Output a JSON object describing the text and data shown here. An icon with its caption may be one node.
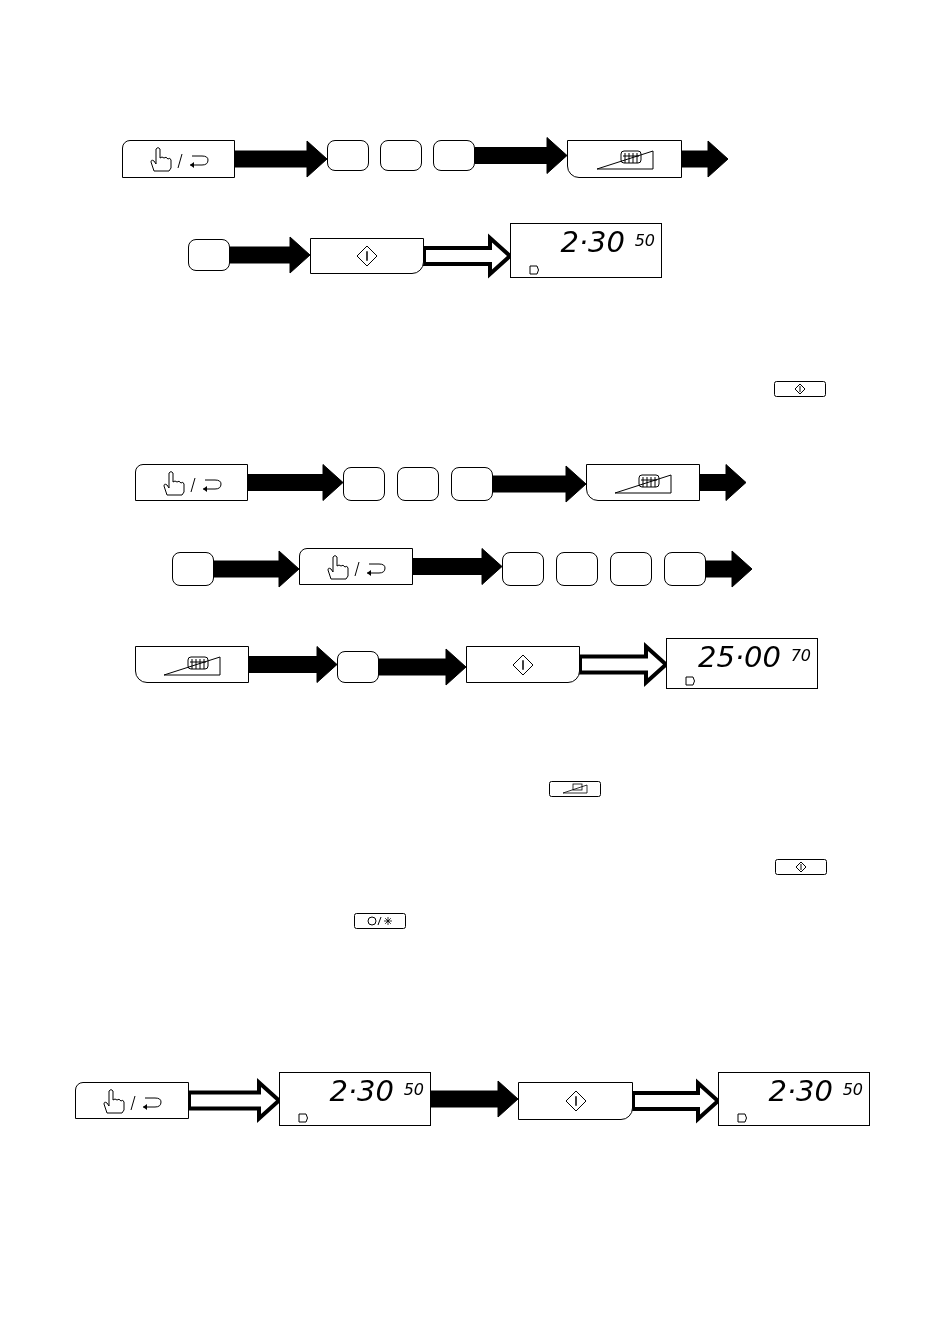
{
  "diagram": {
    "nodes": [
      {
        "text": [],
        "shape": "box"
      },
      {
        "text": [],
        "shape": "box"
      },
      {
        "text": [],
        "shape": "box"
      },
      {
        "text": [],
        "shape": "box"
      },
      {
        "text": [],
        "shape": "box"
      },
      {
        "text": [],
        "shape": "box"
      },
      {
        "text": [],
        "shape": "box"
      },
      {
        "text": [
          "2·30",
          "50"
        ]
      },
      {
        "text": [],
        "shape": "box"
      },
      {
        "text": [],
        "shape": "box"
      },
      {
        "text": [],
        "shape": "box"
      },
      {
        "text": [],
        "shape": "box"
      },
      {
        "text": [],
        "shape": "box"
      },
      {
        "text": [],
        "shape": "box"
      },
      {
        "text": [],
        "shape": "box"
      },
      {
        "text": [],
        "shape": "box"
      },
      {
        "text": [],
        "shape": "box"
      },
      {
        "text": [],
        "shape": "box"
      },
      {
        "text": [],
        "shape": "box"
      },
      {
        "text": [],
        "shape": "box"
      },
      {
        "text": [],
        "shape": "box"
      },
      {
        "text": [],
        "shape": "box"
      },
      {
        "text": [
          "25·00",
          "70"
        ]
      },
      {
        "text": [],
        "shape": "box"
      },
      {
        "text": [
          "2·30",
          "50"
        ]
      },
      {
        "text": [],
        "shape": "box"
      },
      {
        "text": [
          "2·30",
          "50"
        ]
      }
    ],
    "edges": [
      {
        "from": 0,
        "to": 1,
        "arrow": "to"
      },
      {
        "from": 3,
        "to": 4,
        "arrow": "to"
      },
      {
        "from": 4,
        "to": null,
        "arrow": "to"
      },
      {
        "from": 5,
        "to": 6,
        "arrow": "to"
      },
      {
        "from": 6,
        "to": 7,
        "arrow": "to",
        "color": "#ffffff"
      },
      {
        "from": 8,
        "to": 9,
        "arrow": "to"
      },
      {
        "from": 11,
        "to": 12,
        "arrow": "to"
      },
      {
        "from": 12,
        "to": null,
        "arrow": "to"
      },
      {
        "from": 13,
        "to": 14,
        "arrow": "to"
      },
      {
        "from": 14,
        "to": 15,
        "arrow": "to"
      },
      {
        "from": 18,
        "to": null,
        "arrow": "to"
      },
      {
        "from": 19,
        "to": 20,
        "arrow": "to"
      },
      {
        "from": 20,
        "to": 21,
        "arrow": "to"
      },
      {
        "from": 21,
        "to": 22,
        "arrow": "to",
        "color": "#ffffff"
      },
      {
        "from": 23,
        "to": 24,
        "arrow": "to",
        "color": "#ffffff"
      },
      {
        "from": 24,
        "to": 25,
        "arrow": "to"
      },
      {
        "from": 25,
        "to": 26,
        "arrow": "to",
        "color": "#ffffff"
      }
    ]
  }
}
